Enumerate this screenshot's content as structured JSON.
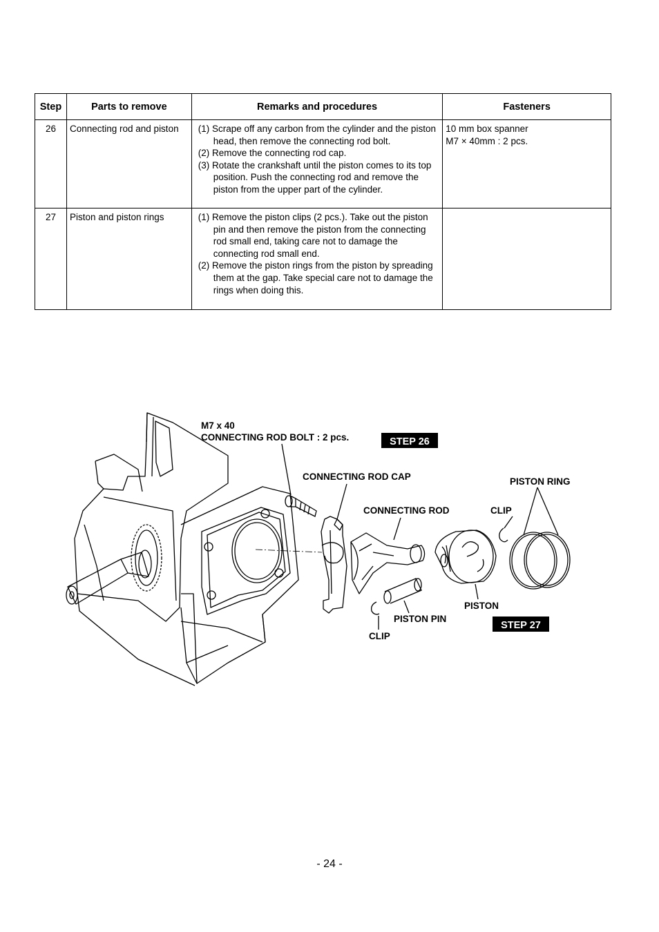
{
  "table": {
    "headers": {
      "step": "Step",
      "parts": "Parts to remove",
      "remarks": "Remarks and procedures",
      "fasteners": "Fasteners"
    },
    "rows": [
      {
        "step": "26",
        "parts": "Connecting rod and piston",
        "remarks": [
          "(1) Scrape off any carbon from the cylinder and the piston head, then remove the connecting rod bolt.",
          "(2) Remove the connecting rod cap.",
          "(3) Rotate the crankshaft until the piston comes to its top position. Push the connecting rod and remove the piston from the upper part of the cylinder."
        ],
        "fasteners": [
          "10 mm box spanner",
          "M7 × 40mm : 2 pcs."
        ]
      },
      {
        "step": "27",
        "parts": "Piston and piston rings",
        "remarks": [
          "(1) Remove the piston clips (2 pcs.). Take out the piston pin and then remove the piston from the connecting rod small end,  taking care not to damage the connecting rod small end.",
          "(2) Remove the piston rings from the piston by spreading them at the gap. Take special care not to damage the rings when doing this."
        ],
        "fasteners": []
      }
    ]
  },
  "figure": {
    "bolt_spec": "M7 x 40",
    "bolt_label": "CONNECTING ROD BOLT : 2 pcs.",
    "step26": "STEP 26",
    "step27": "STEP 27",
    "rod_cap": "CONNECTING ROD CAP",
    "rod": "CONNECTING ROD",
    "piston_ring": "PISTON RING",
    "clip_top": "CLIP",
    "piston": "PISTON",
    "piston_pin": "PISTON PIN",
    "clip_bottom": "CLIP"
  },
  "page_number": "- 24 -"
}
